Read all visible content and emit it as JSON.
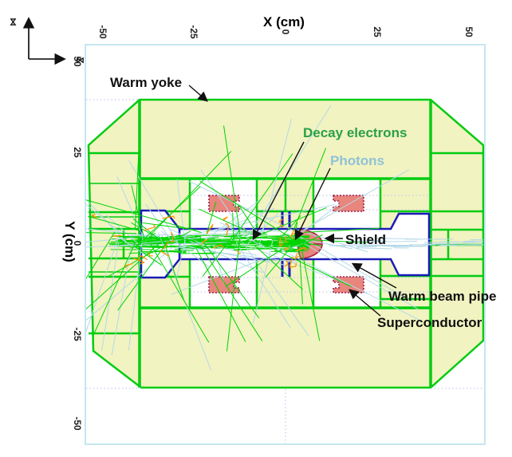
{
  "figure": {
    "type": "detector-cross-section-event-display",
    "description": "Magnet cross section with decay electron and photon tracks"
  },
  "axes": {
    "x_title": "X (cm)",
    "y_title": "Y (cm)",
    "x_ticks": [
      "-50",
      "-25",
      "0",
      "25",
      "50"
    ],
    "y_ticks": [
      "50",
      "25",
      "0",
      "-25",
      "-50"
    ]
  },
  "gizmo": {
    "glyph_vertical": "⋈",
    "glyph_horizontal": "⋈"
  },
  "labels": {
    "warm_yoke": {
      "text": "Warm yoke",
      "color": "#111111"
    },
    "decay_electrons": {
      "text": "Decay electrons",
      "color": "#2aa04a"
    },
    "photons": {
      "text": "Photons",
      "color": "#8fc2d8"
    },
    "shield": {
      "text": "Shield",
      "color": "#111111"
    },
    "warm_beam_pipe": {
      "text": "Warm beam pipe",
      "color": "#111111"
    },
    "superconductor": {
      "text": "Superconductor",
      "color": "#111111"
    }
  },
  "colors": {
    "frame": "#c5e6ef",
    "yoke_fill": "#f1f3c0",
    "yoke_line": "#00cc11",
    "cavity_fill": "#ffffff",
    "coil_fill": "#e8857c",
    "coil_outline": "#992255",
    "pipe_blue": "#1a1ab8",
    "shield_fill": "#e8857c",
    "shield_outline": "#aa2244",
    "dotted_line": "#c9c9ee",
    "electron_track": "#00d400",
    "photon_track": "#b5d9e8",
    "orange_track": "#ff9500",
    "arrow_black": "#111111"
  },
  "tracks": {
    "seed": 12,
    "bundle": {
      "count": 240,
      "x_min": 135,
      "x_max": 380,
      "y_center": 305,
      "y_spread": 8,
      "len_min": 8,
      "len_max": 55
    },
    "green_rays": {
      "count": 46,
      "len_min": 25,
      "len_max": 160
    },
    "photon_rays": {
      "count": 50,
      "len_min": 40,
      "len_max": 215
    },
    "right_bundle": {
      "count": 30,
      "x_min": 402,
      "x_max": 598,
      "y_center": 306,
      "y_spread": 5,
      "len_min": 15,
      "len_max": 75
    },
    "orange": {
      "count": 30,
      "len_min": 4,
      "len_max": 16
    }
  }
}
